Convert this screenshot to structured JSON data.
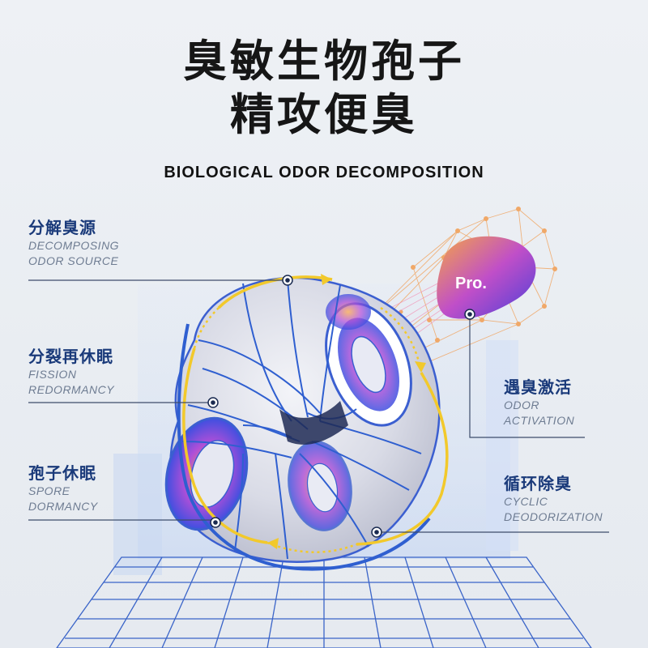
{
  "title": {
    "line1": "臭敏生物孢子",
    "line2": "精攻便臭"
  },
  "subtitle": "BIOLOGICAL ODOR DECOMPOSITION",
  "labels": {
    "decompose": {
      "cn": "分解臭源",
      "en1": "DECOMPOSING",
      "en2": "ODOR SOURCE"
    },
    "fission": {
      "cn": "分裂再休眠",
      "en1": "FISSION",
      "en2": "REDORMANCY"
    },
    "spore": {
      "cn": "孢子休眠",
      "en1": "SPORE",
      "en2": "DORMANCY"
    },
    "activate": {
      "cn": "遇臭激活",
      "en1": "ODOR",
      "en2": "ACTIVATION"
    },
    "cyclic": {
      "cn": "循环除臭",
      "en1": "CYCLIC",
      "en2": "DEODORIZATION"
    }
  },
  "badge": "Pro.",
  "colors": {
    "accent_blue": "#2f5fd0",
    "ring_yellow": "#f2c92b",
    "label_blue": "#1a3a7a",
    "molecule_orange": "#e8a15c",
    "grid_blue": "#3a64c8"
  }
}
